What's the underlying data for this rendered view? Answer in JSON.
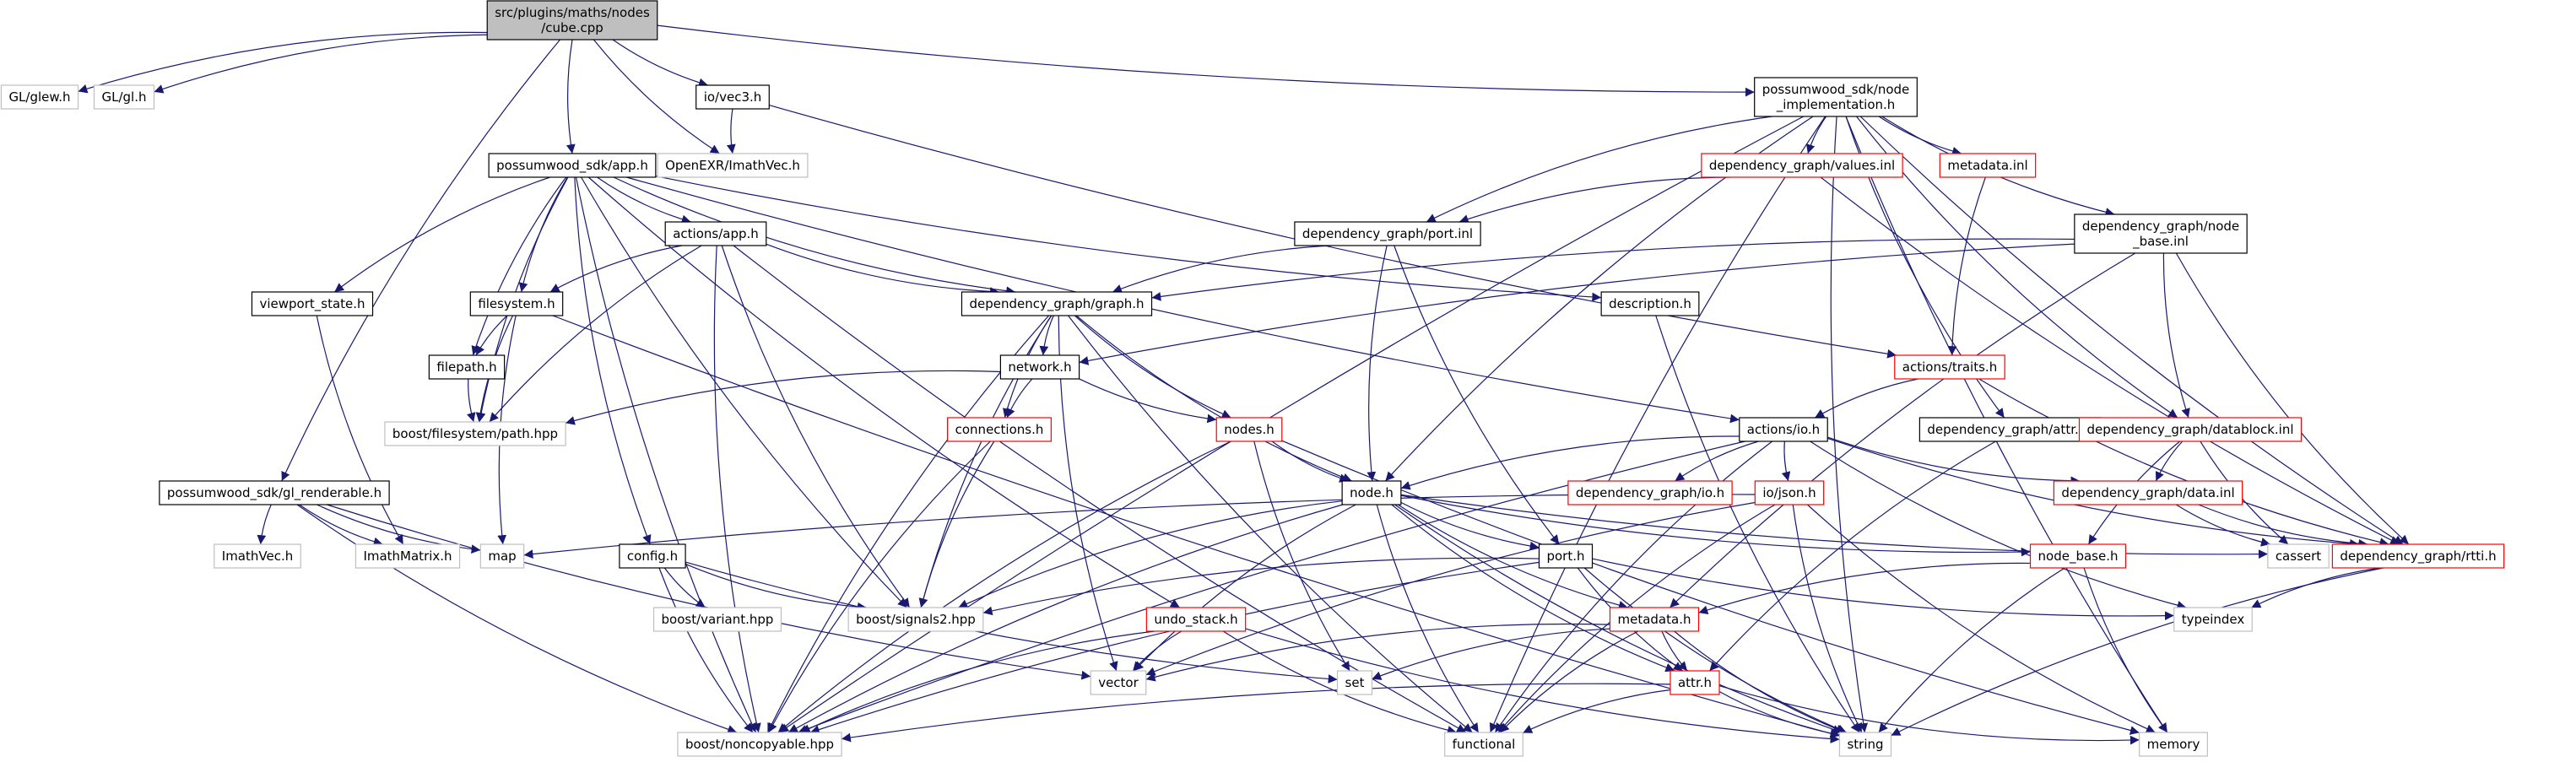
{
  "title": "src/plugins/maths/nodes/cube.cpp",
  "legend": {
    "black": "#000000",
    "red": "#ff0000",
    "gray": "#bfbfbf",
    "edge": "#191970",
    "root_fill": "#bfbfbf"
  },
  "nodes": [
    {
      "id": "cube",
      "lines": [
        "src/plugins/maths/nodes",
        "/cube.cpp"
      ],
      "style": "root"
    },
    {
      "id": "glew",
      "lines": [
        "GL/glew.h"
      ],
      "style": "gray"
    },
    {
      "id": "gl",
      "lines": [
        "GL/gl.h"
      ],
      "style": "gray"
    },
    {
      "id": "vec3",
      "lines": [
        "io/vec3.h"
      ],
      "style": "black"
    },
    {
      "id": "imathvec_exr",
      "lines": [
        "OpenEXR/ImathVec.h"
      ],
      "style": "gray"
    },
    {
      "id": "app",
      "lines": [
        "possumwood_sdk/app.h"
      ],
      "style": "black"
    },
    {
      "id": "nodeimpl",
      "lines": [
        "possumwood_sdk/node",
        "_implementation.h"
      ],
      "style": "black"
    },
    {
      "id": "values",
      "lines": [
        "dependency_graph/values.inl"
      ],
      "style": "red"
    },
    {
      "id": "metadata_inl",
      "lines": [
        "metadata.inl"
      ],
      "style": "red"
    },
    {
      "id": "port_inl",
      "lines": [
        "dependency_graph/port.inl"
      ],
      "style": "black"
    },
    {
      "id": "nodebase_inl",
      "lines": [
        "dependency_graph/node",
        "_base.inl"
      ],
      "style": "black"
    },
    {
      "id": "actions_app",
      "lines": [
        "actions/app.h"
      ],
      "style": "black"
    },
    {
      "id": "viewport",
      "lines": [
        "viewport_state.h"
      ],
      "style": "black"
    },
    {
      "id": "filesystem",
      "lines": [
        "filesystem.h"
      ],
      "style": "black"
    },
    {
      "id": "graph",
      "lines": [
        "dependency_graph/graph.h"
      ],
      "style": "black"
    },
    {
      "id": "description",
      "lines": [
        "description.h"
      ],
      "style": "black"
    },
    {
      "id": "filepath",
      "lines": [
        "filepath.h"
      ],
      "style": "black"
    },
    {
      "id": "network",
      "lines": [
        "network.h"
      ],
      "style": "black"
    },
    {
      "id": "traits",
      "lines": [
        "actions/traits.h"
      ],
      "style": "red"
    },
    {
      "id": "boost_path",
      "lines": [
        "boost/filesystem/path.hpp"
      ],
      "style": "gray"
    },
    {
      "id": "connections",
      "lines": [
        "connections.h"
      ],
      "style": "red"
    },
    {
      "id": "nodes_h",
      "lines": [
        "nodes.h"
      ],
      "style": "red"
    },
    {
      "id": "actions_io",
      "lines": [
        "actions/io.h"
      ],
      "style": "black"
    },
    {
      "id": "attr_inl",
      "lines": [
        "dependency_graph/attr.inl"
      ],
      "style": "black"
    },
    {
      "id": "datablock",
      "lines": [
        "dependency_graph/datablock.inl"
      ],
      "style": "red"
    },
    {
      "id": "gl_renderable",
      "lines": [
        "possumwood_sdk/gl_renderable.h"
      ],
      "style": "black"
    },
    {
      "id": "node_h",
      "lines": [
        "node.h"
      ],
      "style": "black"
    },
    {
      "id": "dg_io",
      "lines": [
        "dependency_graph/io.h"
      ],
      "style": "red"
    },
    {
      "id": "json",
      "lines": [
        "io/json.h"
      ],
      "style": "red"
    },
    {
      "id": "data_inl",
      "lines": [
        "dependency_graph/data.inl"
      ],
      "style": "red"
    },
    {
      "id": "imathvec",
      "lines": [
        "ImathVec.h"
      ],
      "style": "gray"
    },
    {
      "id": "imathmatrix",
      "lines": [
        "ImathMatrix.h"
      ],
      "style": "gray"
    },
    {
      "id": "map",
      "lines": [
        "map"
      ],
      "style": "gray"
    },
    {
      "id": "config",
      "lines": [
        "config.h"
      ],
      "style": "black"
    },
    {
      "id": "port_h",
      "lines": [
        "port.h"
      ],
      "style": "black"
    },
    {
      "id": "node_base",
      "lines": [
        "node_base.h"
      ],
      "style": "red"
    },
    {
      "id": "cassert",
      "lines": [
        "cassert"
      ],
      "style": "gray"
    },
    {
      "id": "rtti",
      "lines": [
        "dependency_graph/rtti.h"
      ],
      "style": "red"
    },
    {
      "id": "variant",
      "lines": [
        "boost/variant.hpp"
      ],
      "style": "gray"
    },
    {
      "id": "signals2",
      "lines": [
        "boost/signals2.hpp"
      ],
      "style": "gray"
    },
    {
      "id": "typeindex",
      "lines": [
        "typeindex"
      ],
      "style": "gray"
    },
    {
      "id": "undo",
      "lines": [
        "undo_stack.h"
      ],
      "style": "red"
    },
    {
      "id": "metadata_h",
      "lines": [
        "metadata.h"
      ],
      "style": "red"
    },
    {
      "id": "vector",
      "lines": [
        "vector"
      ],
      "style": "gray"
    },
    {
      "id": "set",
      "lines": [
        "set"
      ],
      "style": "gray"
    },
    {
      "id": "attr_h",
      "lines": [
        "attr.h"
      ],
      "style": "red"
    },
    {
      "id": "noncopyable",
      "lines": [
        "boost/noncopyable.hpp"
      ],
      "style": "gray"
    },
    {
      "id": "functional",
      "lines": [
        "functional"
      ],
      "style": "gray"
    },
    {
      "id": "string",
      "lines": [
        "string"
      ],
      "style": "gray"
    },
    {
      "id": "memory",
      "lines": [
        "memory"
      ],
      "style": "gray"
    }
  ],
  "edges": [
    [
      "cube",
      "glew"
    ],
    [
      "cube",
      "gl"
    ],
    [
      "cube",
      "gl_renderable"
    ],
    [
      "cube",
      "app"
    ],
    [
      "cube",
      "imathvec_exr"
    ],
    [
      "cube",
      "vec3"
    ],
    [
      "cube",
      "nodeimpl"
    ],
    [
      "vec3",
      "imathvec_exr"
    ],
    [
      "vec3",
      "traits"
    ],
    [
      "app",
      "viewport"
    ],
    [
      "app",
      "filepath"
    ],
    [
      "app",
      "filesystem"
    ],
    [
      "app",
      "boost_path"
    ],
    [
      "app",
      "noncopyable"
    ],
    [
      "app",
      "config"
    ],
    [
      "app",
      "actions_app"
    ],
    [
      "app",
      "graph"
    ],
    [
      "app",
      "undo"
    ],
    [
      "app",
      "signals2"
    ],
    [
      "app",
      "description"
    ],
    [
      "app",
      "actions_io"
    ],
    [
      "nodeimpl",
      "values"
    ],
    [
      "nodeimpl",
      "metadata_inl"
    ],
    [
      "nodeimpl",
      "port_inl"
    ],
    [
      "nodeimpl",
      "nodebase_inl"
    ],
    [
      "nodeimpl",
      "datablock"
    ],
    [
      "nodeimpl",
      "attr_inl"
    ],
    [
      "nodeimpl",
      "rtti"
    ],
    [
      "nodeimpl",
      "node_h"
    ],
    [
      "nodeimpl",
      "noncopyable"
    ],
    [
      "nodeimpl",
      "functional"
    ],
    [
      "nodeimpl",
      "string"
    ],
    [
      "nodeimpl",
      "memory"
    ],
    [
      "values",
      "port_inl"
    ],
    [
      "values",
      "rtti"
    ],
    [
      "metadata_inl",
      "traits"
    ],
    [
      "port_inl",
      "graph"
    ],
    [
      "port_inl",
      "node_h"
    ],
    [
      "port_inl",
      "port_h"
    ],
    [
      "nodebase_inl",
      "graph"
    ],
    [
      "nodebase_inl",
      "network"
    ],
    [
      "nodebase_inl",
      "datablock"
    ],
    [
      "nodebase_inl",
      "rtti"
    ],
    [
      "nodebase_inl",
      "metadata_h"
    ],
    [
      "actions_app",
      "filesystem"
    ],
    [
      "actions_app",
      "graph"
    ],
    [
      "actions_app",
      "boost_path"
    ],
    [
      "actions_app",
      "noncopyable"
    ],
    [
      "actions_app",
      "signals2"
    ],
    [
      "actions_app",
      "functional"
    ],
    [
      "viewport",
      "imathmatrix"
    ],
    [
      "filesystem",
      "filepath"
    ],
    [
      "filesystem",
      "boost_path"
    ],
    [
      "filesystem",
      "map"
    ],
    [
      "filesystem",
      "string"
    ],
    [
      "filepath",
      "boost_path"
    ],
    [
      "graph",
      "network"
    ],
    [
      "graph",
      "connections"
    ],
    [
      "graph",
      "nodes_h"
    ],
    [
      "graph",
      "node_h"
    ],
    [
      "graph",
      "signals2"
    ],
    [
      "graph",
      "noncopyable"
    ],
    [
      "graph",
      "vector"
    ],
    [
      "graph",
      "functional"
    ],
    [
      "network",
      "boost_path"
    ],
    [
      "network",
      "connections"
    ],
    [
      "network",
      "nodes_h"
    ],
    [
      "traits",
      "actions_io"
    ],
    [
      "traits",
      "rtti"
    ],
    [
      "connections",
      "signals2"
    ],
    [
      "connections",
      "noncopyable"
    ],
    [
      "nodes_h",
      "node_h"
    ],
    [
      "nodes_h",
      "set"
    ],
    [
      "nodes_h",
      "noncopyable"
    ],
    [
      "nodes_h",
      "memory"
    ],
    [
      "description",
      "string"
    ],
    [
      "actions_io",
      "dg_io"
    ],
    [
      "actions_io",
      "json"
    ],
    [
      "actions_io",
      "data_inl"
    ],
    [
      "actions_io",
      "rtti"
    ],
    [
      "actions_io",
      "noncopyable"
    ],
    [
      "actions_io",
      "functional"
    ],
    [
      "actions_io",
      "typeindex"
    ],
    [
      "actions_io",
      "node_h"
    ],
    [
      "attr_inl",
      "attr_h"
    ],
    [
      "datablock",
      "data_inl"
    ],
    [
      "datablock",
      "cassert"
    ],
    [
      "datablock",
      "node_base"
    ],
    [
      "gl_renderable",
      "imathvec"
    ],
    [
      "gl_renderable",
      "imathmatrix"
    ],
    [
      "gl_renderable",
      "map"
    ],
    [
      "gl_renderable",
      "vector"
    ],
    [
      "gl_renderable",
      "noncopyable"
    ],
    [
      "node_h",
      "port_h"
    ],
    [
      "node_h",
      "metadata_h"
    ],
    [
      "node_h",
      "attr_h"
    ],
    [
      "node_h",
      "node_base"
    ],
    [
      "node_h",
      "signals2"
    ],
    [
      "node_h",
      "vector"
    ],
    [
      "node_h",
      "functional"
    ],
    [
      "node_h",
      "string"
    ],
    [
      "node_h",
      "noncopyable"
    ],
    [
      "node_h",
      "cassert"
    ],
    [
      "json",
      "map"
    ],
    [
      "json",
      "vector"
    ],
    [
      "json",
      "string"
    ],
    [
      "json",
      "functional"
    ],
    [
      "json",
      "memory"
    ],
    [
      "data_inl",
      "rtti"
    ],
    [
      "data_inl",
      "cassert"
    ],
    [
      "config",
      "variant"
    ],
    [
      "config",
      "signals2"
    ],
    [
      "config",
      "set"
    ],
    [
      "config",
      "noncopyable"
    ],
    [
      "port_h",
      "signals2"
    ],
    [
      "port_h",
      "attr_h"
    ],
    [
      "port_h",
      "string"
    ],
    [
      "port_h",
      "typeindex"
    ],
    [
      "port_h",
      "noncopyable"
    ],
    [
      "node_base",
      "string"
    ],
    [
      "node_base",
      "memory"
    ],
    [
      "node_base",
      "metadata_h"
    ],
    [
      "rtti",
      "string"
    ],
    [
      "rtti",
      "typeindex"
    ],
    [
      "undo",
      "vector"
    ],
    [
      "undo",
      "noncopyable"
    ],
    [
      "undo",
      "functional"
    ],
    [
      "undo",
      "string"
    ],
    [
      "metadata_h",
      "attr_h"
    ],
    [
      "metadata_h",
      "vector"
    ],
    [
      "metadata_h",
      "set"
    ],
    [
      "metadata_h",
      "functional"
    ],
    [
      "metadata_h",
      "string"
    ],
    [
      "attr_h",
      "noncopyable"
    ],
    [
      "attr_h",
      "functional"
    ],
    [
      "attr_h",
      "string"
    ],
    [
      "attr_h",
      "memory"
    ]
  ]
}
